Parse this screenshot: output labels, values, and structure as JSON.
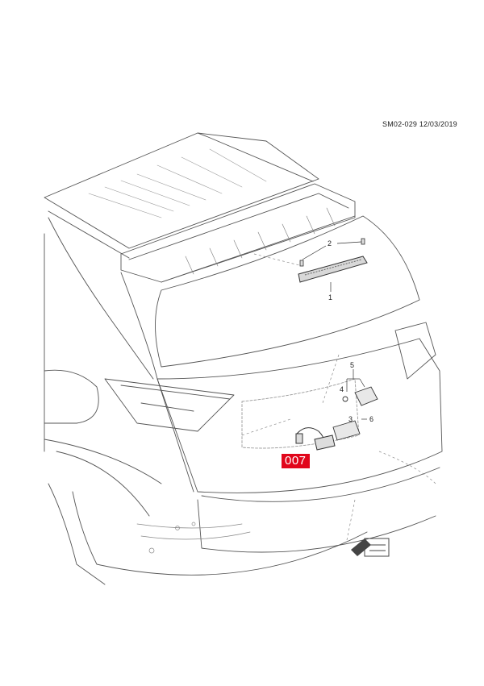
{
  "diagram": {
    "reference": "SM02-029 12/03/2019",
    "callouts": [
      "1",
      "2",
      "3",
      "4",
      "5",
      "6"
    ],
    "highlight_label": "007",
    "colors": {
      "line": "#555555",
      "dash": "#8a8a8a",
      "highlight": "#e1061b",
      "background": "#ffffff"
    },
    "icons": [
      "direction-arrow-icon"
    ]
  }
}
